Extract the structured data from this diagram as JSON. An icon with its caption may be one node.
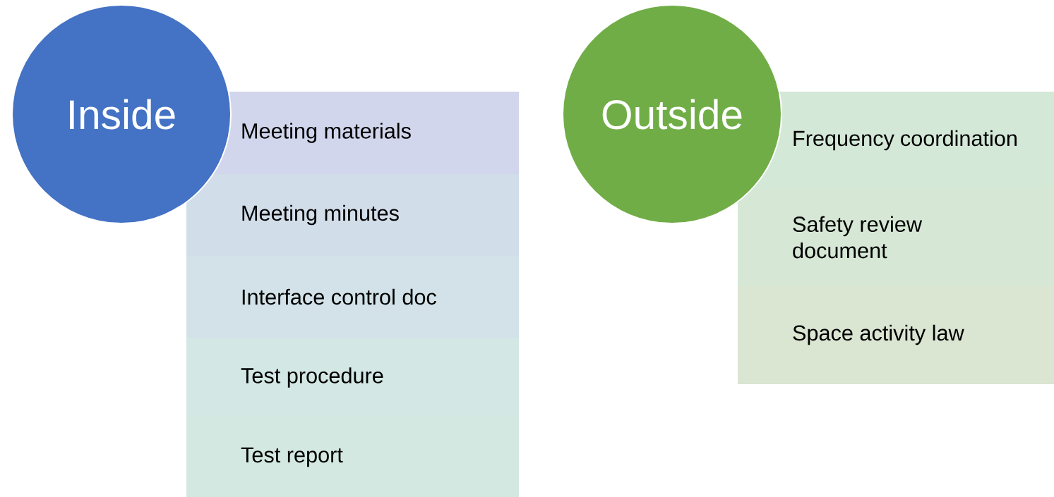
{
  "diagram": {
    "nodes": [
      {
        "text": [
          "Inside"
        ]
      },
      {
        "text": [
          "Meeting materials"
        ]
      },
      {
        "text": [
          "Meeting minutes"
        ]
      },
      {
        "text": [
          "Interface control doc"
        ]
      },
      {
        "text": [
          "Test procedure"
        ]
      },
      {
        "text": [
          "Test report"
        ]
      },
      {
        "text": [
          "Outside"
        ]
      },
      {
        "text": [
          "Frequency coordination"
        ]
      },
      {
        "text": [
          "Safety review document"
        ]
      },
      {
        "text": [
          "Space activity law"
        ]
      }
    ]
  }
}
